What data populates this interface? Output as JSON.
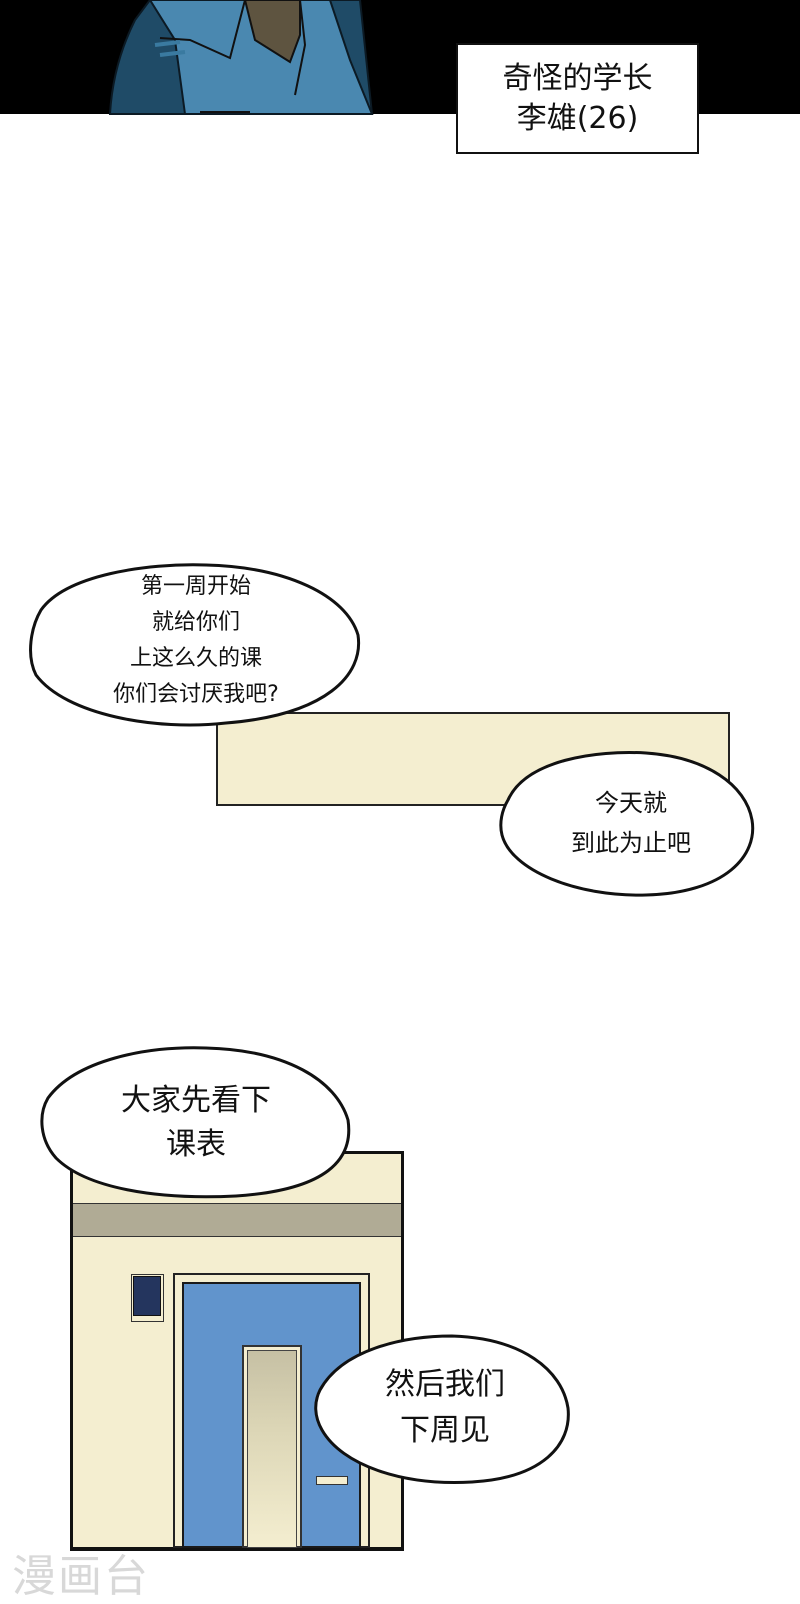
{
  "panels": {
    "top": {
      "caption": {
        "line1": "奇怪的学长",
        "line2": "李雄(26)"
      },
      "colors": {
        "background": "#000000",
        "shirt": "#4a88b0",
        "tie": "#5e5440"
      }
    },
    "classroom": {
      "colors": {
        "panel": "#f4eed0"
      }
    },
    "hallway": {
      "colors": {
        "wall": "#f4eed0",
        "band": "#b0ab95",
        "door": "#6194cc",
        "sign": "#24355e"
      }
    }
  },
  "bubbles": [
    {
      "id": "bubble-1",
      "lines": [
        "第一周开始",
        "就给你们",
        "上这么久的课",
        "你们会讨厌我吧?"
      ]
    },
    {
      "id": "bubble-2",
      "lines": [
        "今天就",
        "到此为止吧"
      ]
    },
    {
      "id": "bubble-3",
      "lines": [
        "大家先看下",
        "课表"
      ]
    },
    {
      "id": "bubble-4",
      "lines": [
        "然后我们",
        "下周见"
      ]
    }
  ],
  "watermark": "漫画台"
}
